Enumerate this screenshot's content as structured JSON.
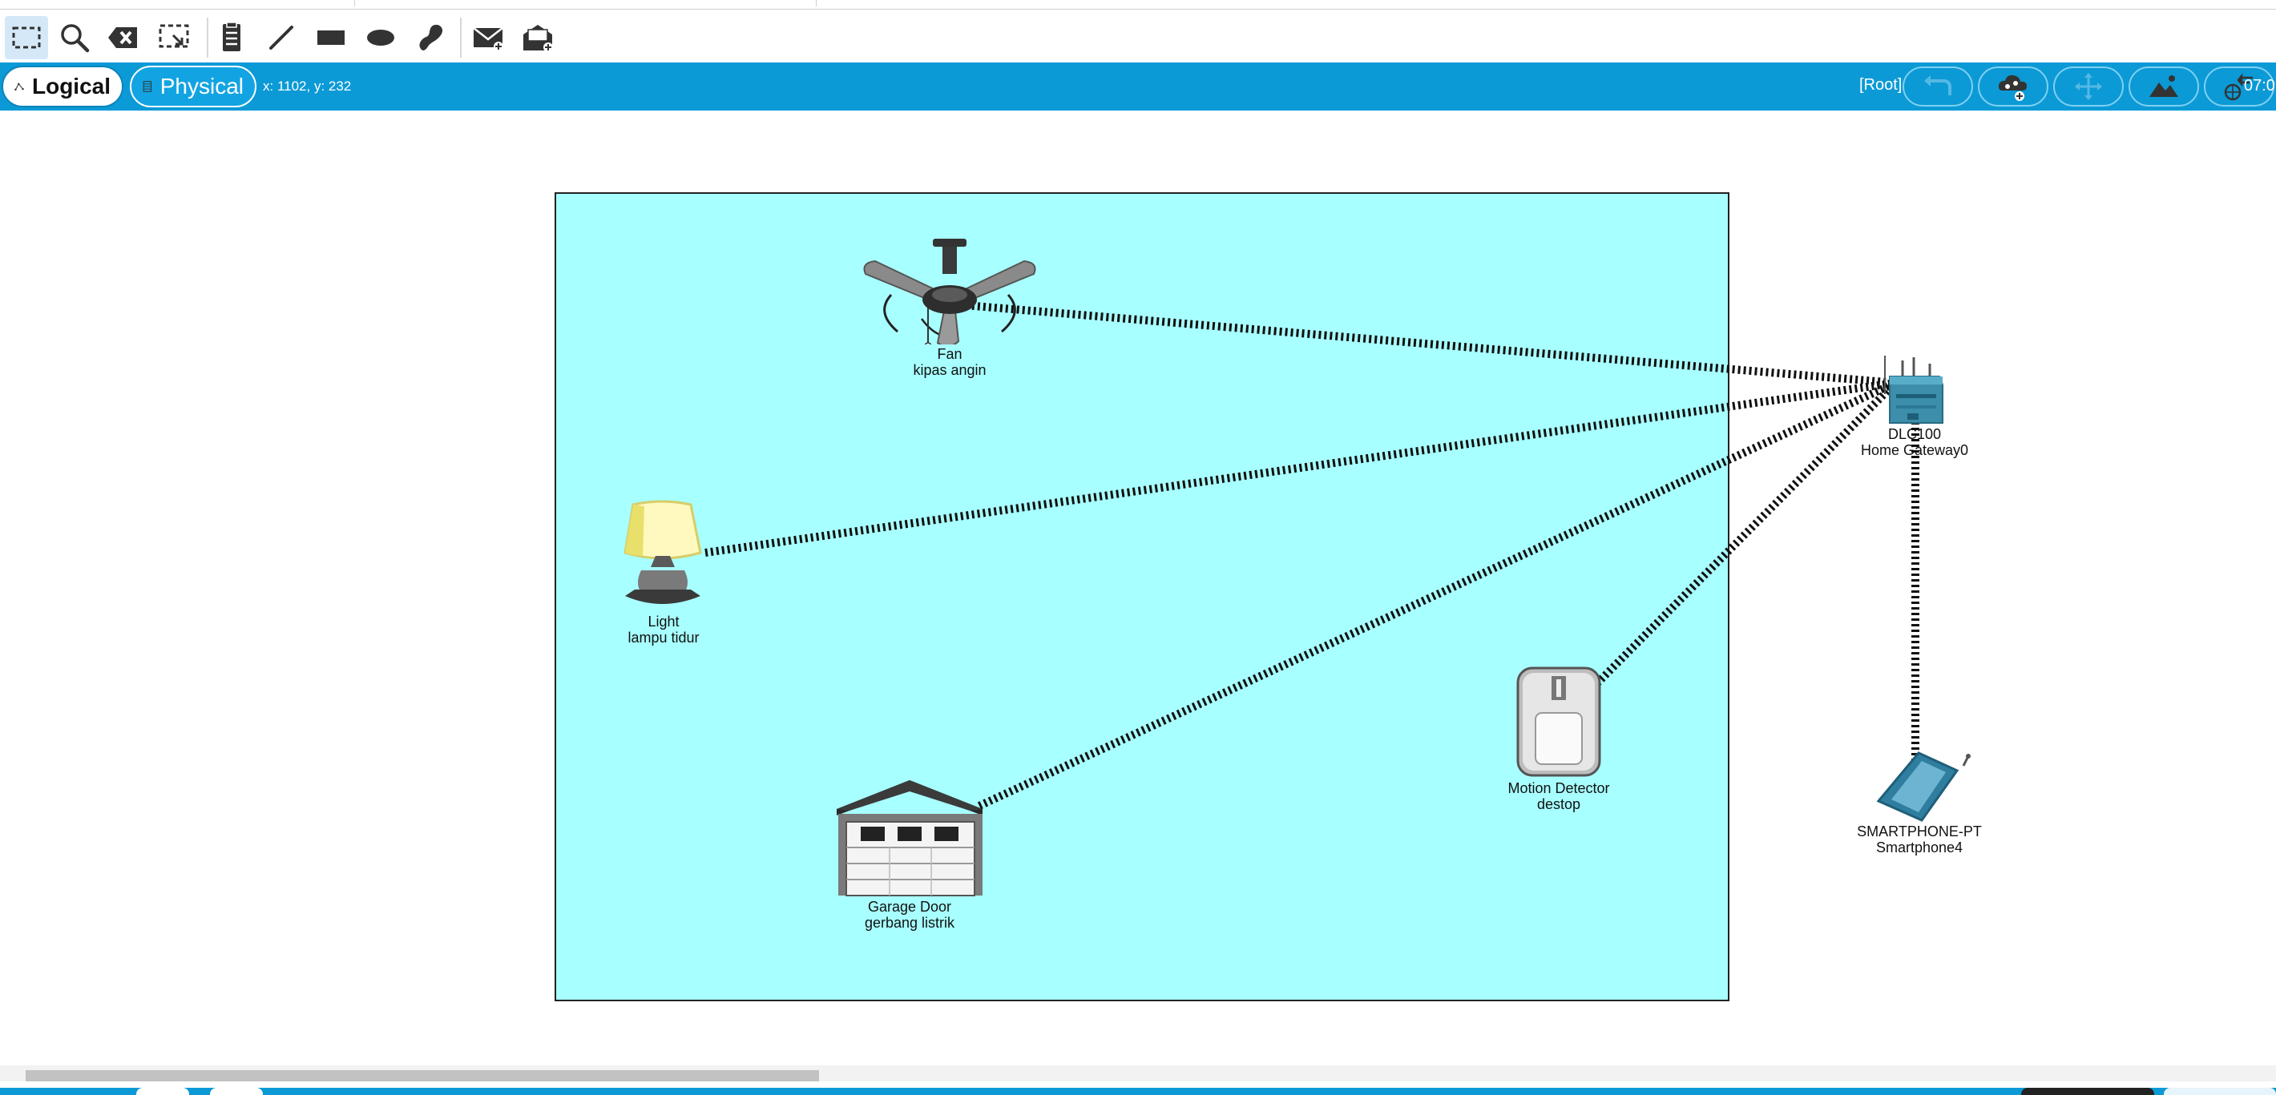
{
  "toolbar": {
    "tools": [
      {
        "name": "select-tool",
        "icon": "select-marquee-icon",
        "active": true
      },
      {
        "name": "inspect-tool",
        "icon": "magnifier-icon"
      },
      {
        "name": "delete-tool",
        "icon": "delete-icon"
      },
      {
        "name": "resize-shape-tool",
        "icon": "resize-icon"
      },
      {
        "name": "place-note-tool",
        "icon": "note-icon"
      },
      {
        "name": "draw-line-tool",
        "icon": "line-icon"
      },
      {
        "name": "draw-rectangle-tool",
        "icon": "rectangle-icon"
      },
      {
        "name": "draw-ellipse-tool",
        "icon": "ellipse-icon"
      },
      {
        "name": "freeform-tool",
        "icon": "freeform-icon"
      },
      {
        "name": "add-simple-pdu-tool",
        "icon": "envelope-icon"
      },
      {
        "name": "add-complex-pdu-tool",
        "icon": "open-envelope-icon"
      }
    ]
  },
  "modebar": {
    "logical_label": "Logical",
    "physical_label": "Physical",
    "coordinates": "x: 1102, y: 232",
    "root_label": "[Root]",
    "clock": "07:0",
    "right_buttons": [
      "back-icon",
      "cluster-icon",
      "move-object-icon",
      "background-image-icon",
      "viewport-icon"
    ]
  },
  "colors": {
    "bar": "#0b9ad6",
    "cluster_fill": "#a8ffff",
    "link": "#111111"
  },
  "devices": {
    "fan": {
      "type": "Fan",
      "name": "kipas angin",
      "icon": "ceiling-fan-icon"
    },
    "light": {
      "type": "Light",
      "name": "lampu tidur",
      "icon": "lamp-icon"
    },
    "garage": {
      "type": "Garage Door",
      "name": "gerbang listrik",
      "icon": "garage-door-icon"
    },
    "motion": {
      "type": "Motion Detector",
      "name": "destop",
      "icon": "motion-detector-icon"
    },
    "gateway": {
      "type": "DLC100",
      "name": "Home Gateway0",
      "icon": "home-gateway-icon"
    },
    "phone": {
      "type": "SMARTPHONE-PT",
      "name": "Smartphone4",
      "icon": "smartphone-icon"
    }
  },
  "links": [
    {
      "from": "fan",
      "to": "gateway",
      "style": "wireless"
    },
    {
      "from": "light",
      "to": "gateway",
      "style": "wireless"
    },
    {
      "from": "garage",
      "to": "gateway",
      "style": "wireless"
    },
    {
      "from": "motion",
      "to": "gateway",
      "style": "wireless"
    },
    {
      "from": "phone",
      "to": "gateway",
      "style": "wireless"
    }
  ]
}
